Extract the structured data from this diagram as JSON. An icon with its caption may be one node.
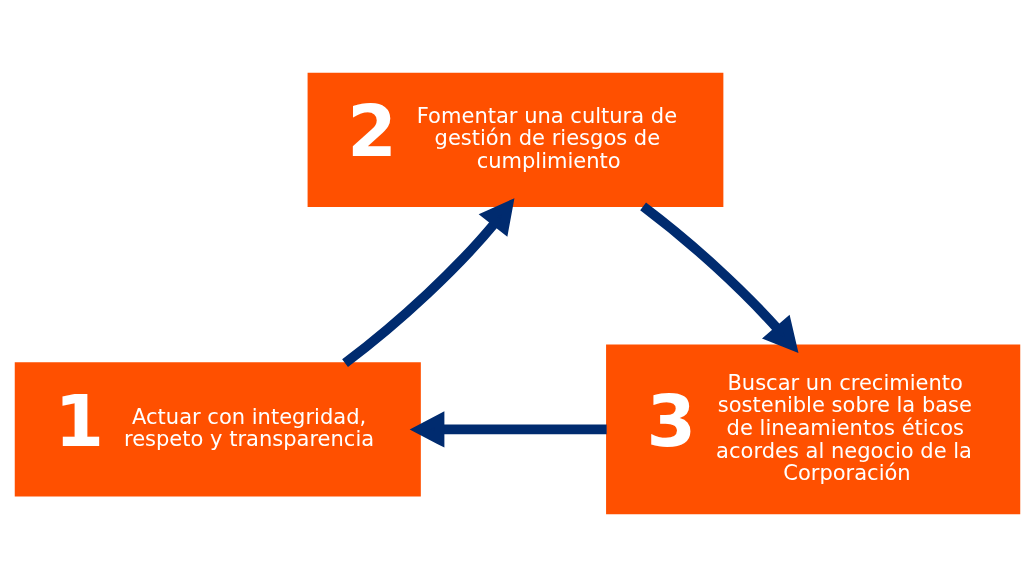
{
  "diagram": {
    "nodes": [
      {
        "text": [
          "1",
          "Actuar con integridad, respeto y transparencia"
        ]
      },
      {
        "text": [
          "2",
          "Fomentar una cultura de gestión de riesgos de cumplimiento"
        ]
      },
      {
        "text": [
          "3",
          "Buscar un crecimiento sostenible sobre la base de lineamientos éticos acordes al negocio de la Corporación"
        ]
      }
    ],
    "edges": [
      {
        "from": 0,
        "to": 1,
        "arrow": "to"
      },
      {
        "from": 1,
        "to": 2,
        "arrow": "to"
      },
      {
        "from": 2,
        "to": 0,
        "arrow": "to"
      }
    ]
  }
}
